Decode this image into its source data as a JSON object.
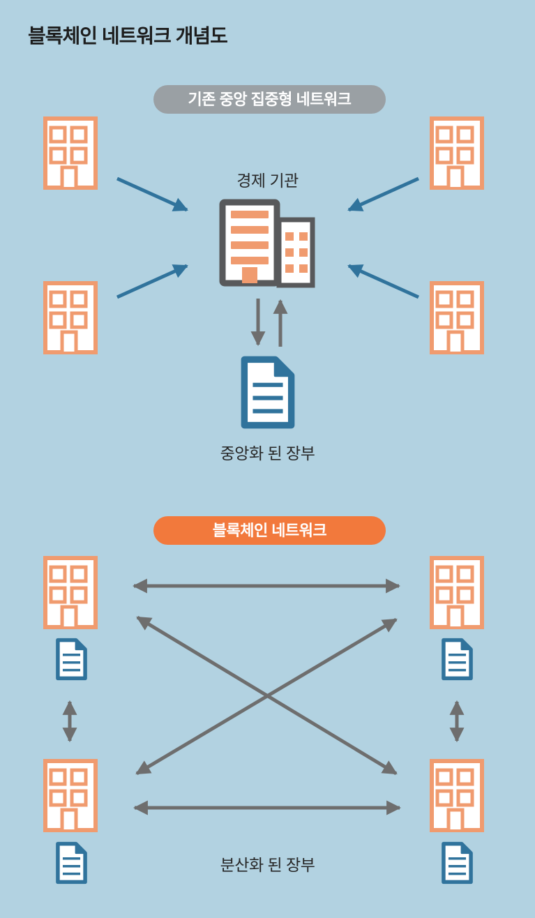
{
  "title": "블록체인 네트워크 개념도",
  "centralized": {
    "badge": "기존 중앙 집중형 네트워크",
    "center_label": "경제 기관",
    "ledger_label": "중앙화 된 장부"
  },
  "blockchain": {
    "badge": "블록체인 네트워크",
    "ledger_label": "분산화 된 장부"
  },
  "icons": {
    "building": "building-icon",
    "institution": "bank-buildings-icon",
    "ledger": "ledger-document-icon",
    "network_arrow": "double-headed-arrow-icon"
  },
  "colors": {
    "bg": "#b2d2e1",
    "orange": "#f09b6f",
    "orange-deep": "#f2793c",
    "gray-badge": "#9aa0a4",
    "blue": "#30739c",
    "arrow": "#6e6e6e",
    "dark": "#58595b",
    "text": "#1d1d1d"
  }
}
